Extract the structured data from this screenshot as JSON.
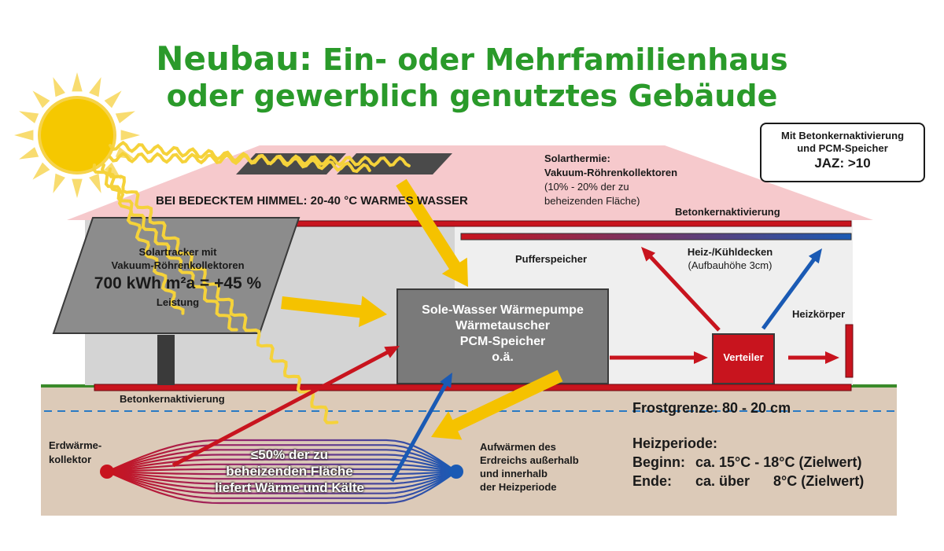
{
  "title": {
    "prefix": "Neubau:",
    "line1": "Ein- oder Mehrfamilienhaus",
    "line2": "oder gewerblich genutztes Gebäude"
  },
  "jaz_box": {
    "line1": "Mit Betonkernaktivierung",
    "line2": "und PCM-Speicher",
    "line3": "JAZ: >10"
  },
  "roof_banner": "BEI BEDECKTEM HIMMEL: 20-40 °C WARMES WASSER",
  "solarthermie": {
    "line1": "Solarthermie:",
    "line2": "Vakuum-Röhrenkollektoren",
    "line3": "(10% - 20% der zu",
    "line4": "beheizenden Fläche)"
  },
  "betonkern_top": "Betonkernaktivierung",
  "heizdecken": {
    "line1": "Heiz-/Kühldecken",
    "line2": "(Aufbauhöhe 3cm)"
  },
  "pufferspeicher": "Pufferspeicher",
  "heizkoerper": "Heizkörper",
  "verteiler": "Verteiler",
  "solartracker": {
    "line1": "Solartracker mit",
    "line2": "Vakuum-Röhrenkollektoren",
    "line3": "700 kWh m²a = +45 %",
    "line4": "Leistung"
  },
  "waermepumpe": {
    "line1": "Sole-Wasser Wärmepumpe",
    "line2": "Wärmetauscher",
    "line3": "PCM-Speicher",
    "line4": "o.ä."
  },
  "betonkern_bottom": "Betonkernaktivierung",
  "frostgrenze": "Frostgrenze: 80 - 20 cm",
  "erdwaerme": {
    "line1": "Erdwärme-",
    "line2": "kollektor"
  },
  "kollektor_text": {
    "line1": "≤50% der zu",
    "line2": "beheizenden Fläche",
    "line3": "liefert Wärme und Kälte"
  },
  "aufwaermen": {
    "line1": "Aufwärmen des",
    "line2": "Erdreichs außerhalb",
    "line3": "und innerhalb",
    "line4": "der Heizperiode"
  },
  "heizperiode": {
    "title": "Heizperiode:",
    "beginn_label": "Beginn:",
    "beginn_value": "ca. 15°C - 18°C (Zielwert)",
    "ende_label": "Ende:",
    "ende_value": "ca. über      8°C (Zielwert)"
  },
  "colors": {
    "title_green": "#2a9a2a",
    "sun_yellow": "#f5c800",
    "arrow_yellow": "#f5c200",
    "red": "#c8141e",
    "blue": "#1a5ab4",
    "roof_pink": "#f6c9cc",
    "wall_gray": "#d6d6d6",
    "ground": "#dccab8",
    "panel_gray": "#8a8a8a",
    "box_gray": "#7a7a7a"
  }
}
